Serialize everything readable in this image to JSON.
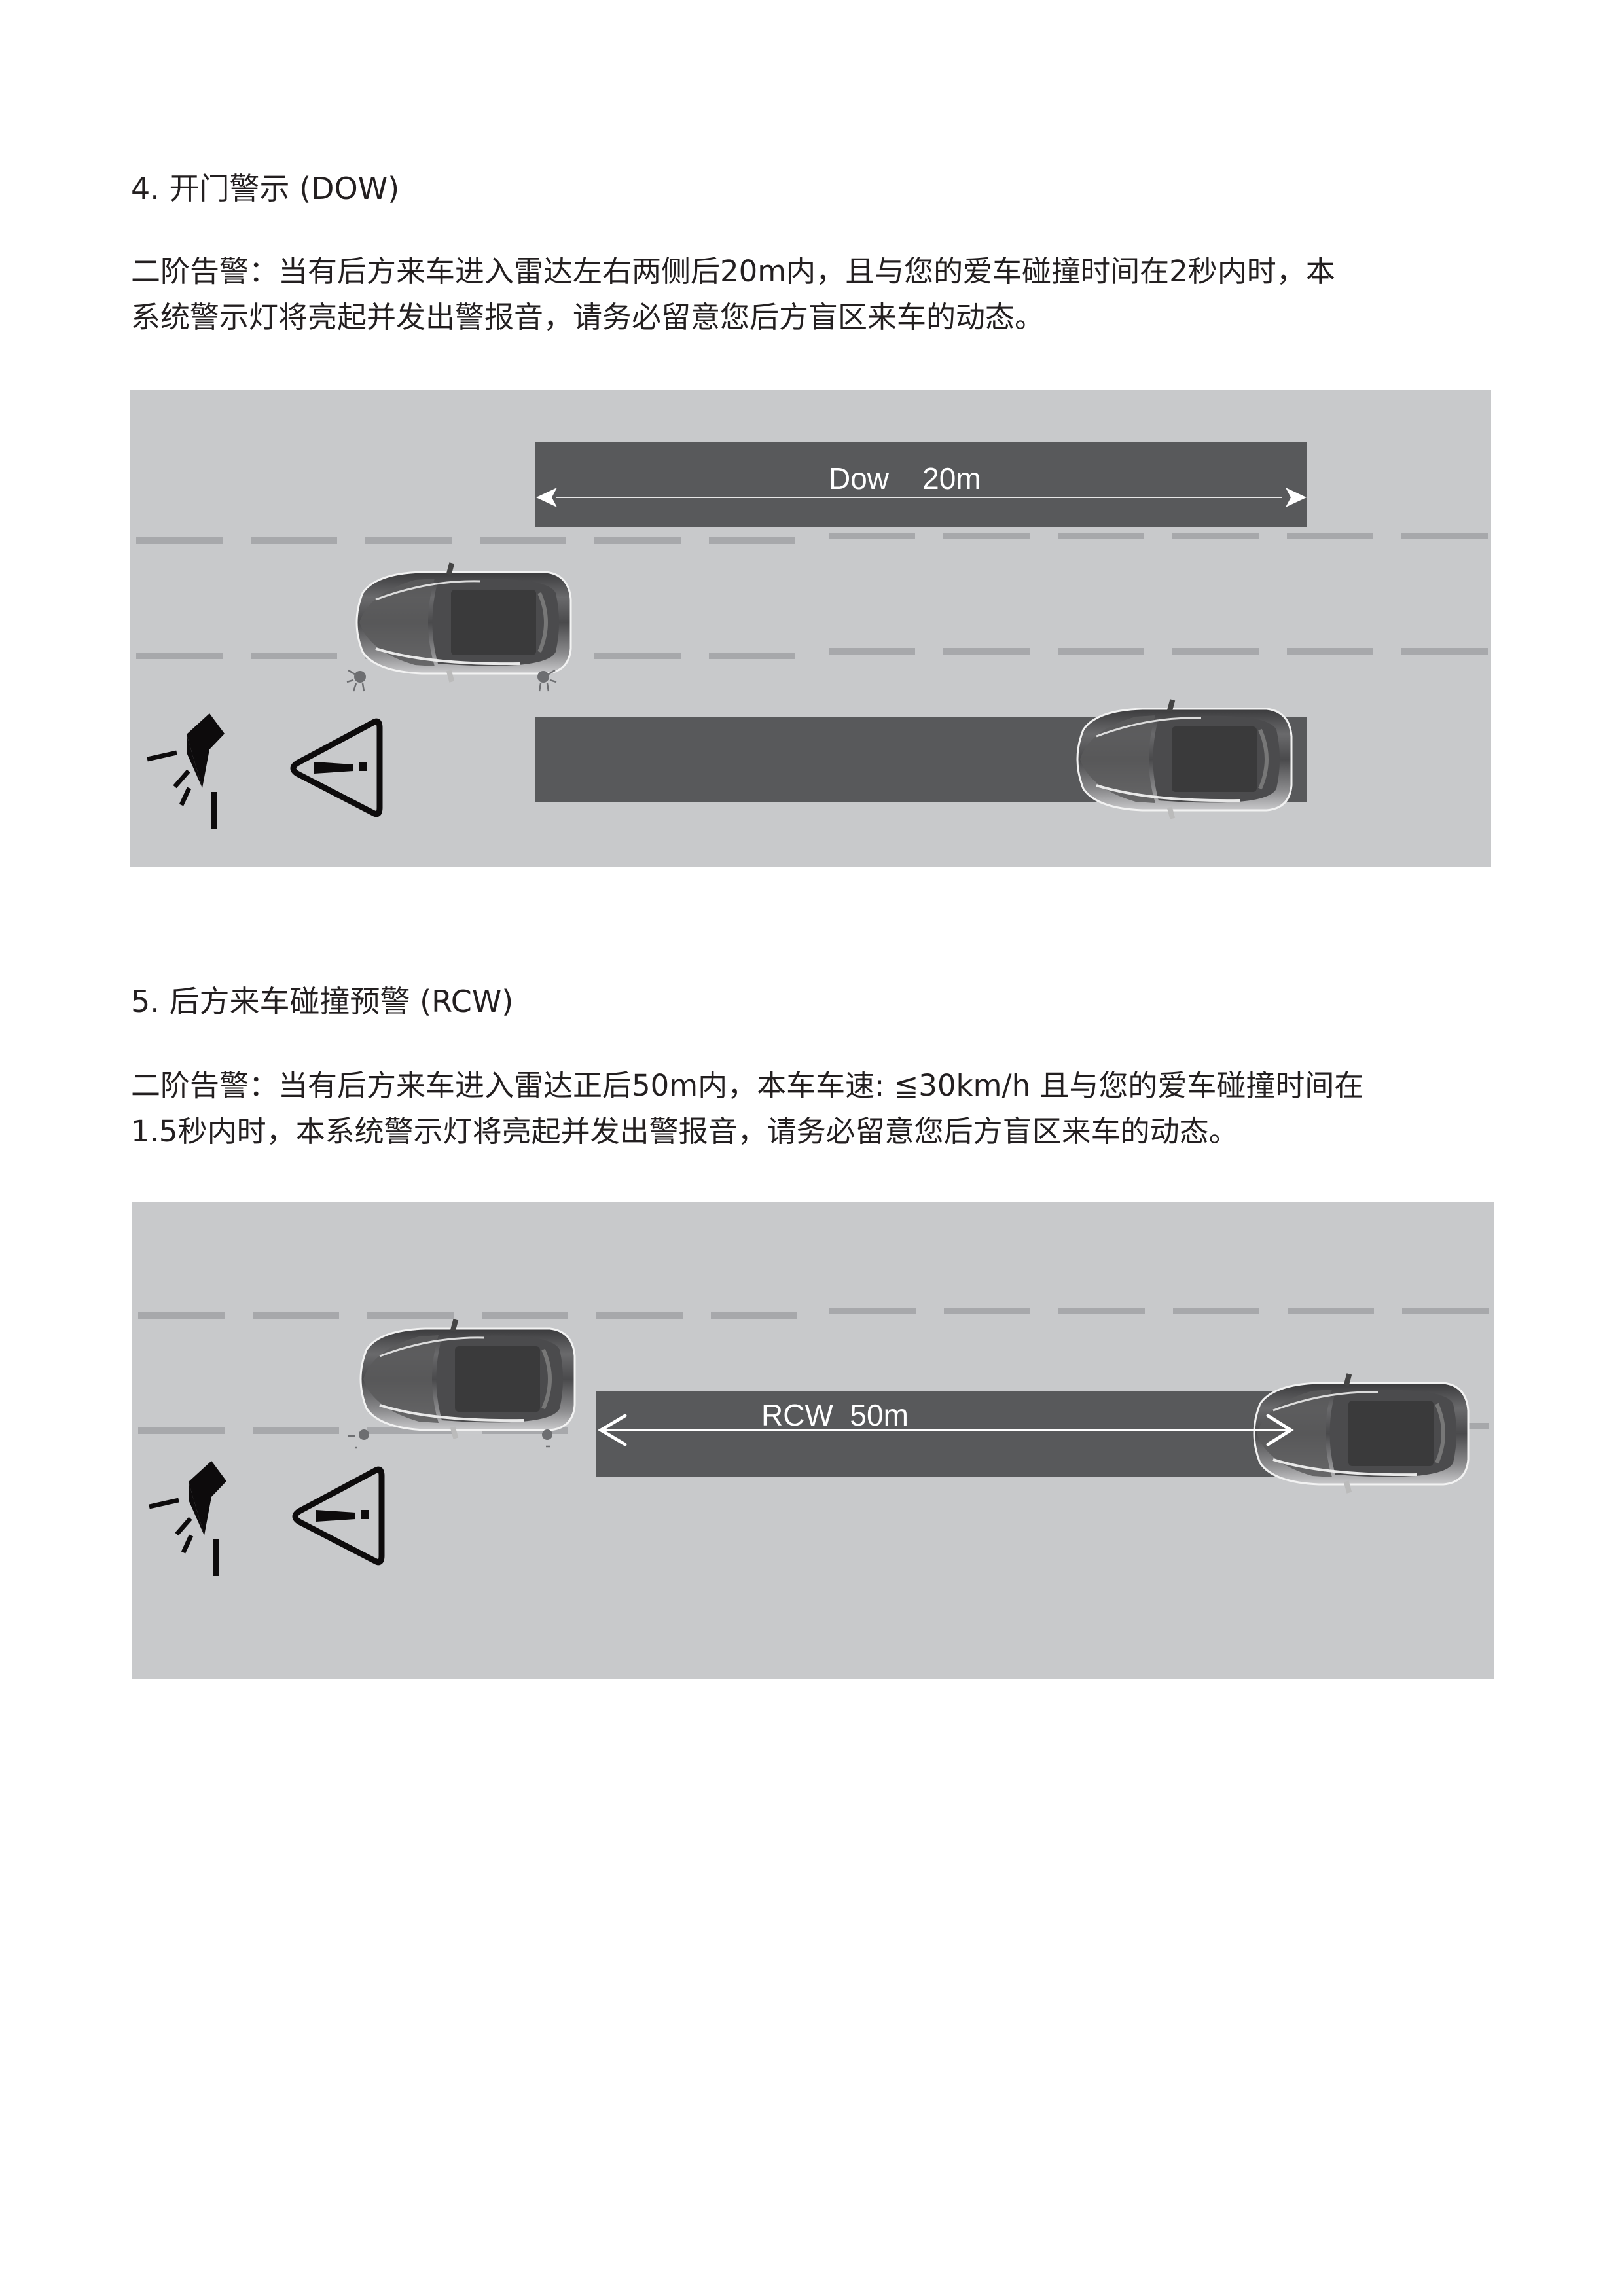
{
  "sections": [
    {
      "heading": "4.  开门警示  (DOW)",
      "body_lines": [
        "二阶告警：当有后方来车进入雷达左右两侧后20m内，且与您的爱车碰撞时间在2秒内时，本",
        "系统警示灯将亮起并发出警报音，请务必留意您后方盲区来车的动态。"
      ],
      "diagram": {
        "zone_label": "Dow    20m",
        "distance": "20m",
        "mode": "DOW",
        "icons": [
          "warning-lamp-icon",
          "warning-triangle-icon"
        ]
      }
    },
    {
      "heading": "5.  后方来车碰撞预警  (RCW)",
      "body_lines": [
        "二阶告警：当有后方来车进入雷达正后50m内，本车车速: ≦30km/h  且与您的爱车碰撞时间在",
        "1.5秒内时，本系统警示灯将亮起并发出警报音，请务必留意您后方盲区来车的动态。"
      ],
      "diagram": {
        "zone_label": "RCW  50m",
        "distance": "50m",
        "mode": "RCW",
        "icons": [
          "warning-lamp-icon",
          "warning-triangle-icon"
        ]
      }
    }
  ],
  "colors": {
    "road": "#c8c9cb",
    "lane_dash": "#a7a8ab",
    "zone_bar": "#58595b",
    "icon": "#0d0b0c",
    "text": "#231f20"
  }
}
